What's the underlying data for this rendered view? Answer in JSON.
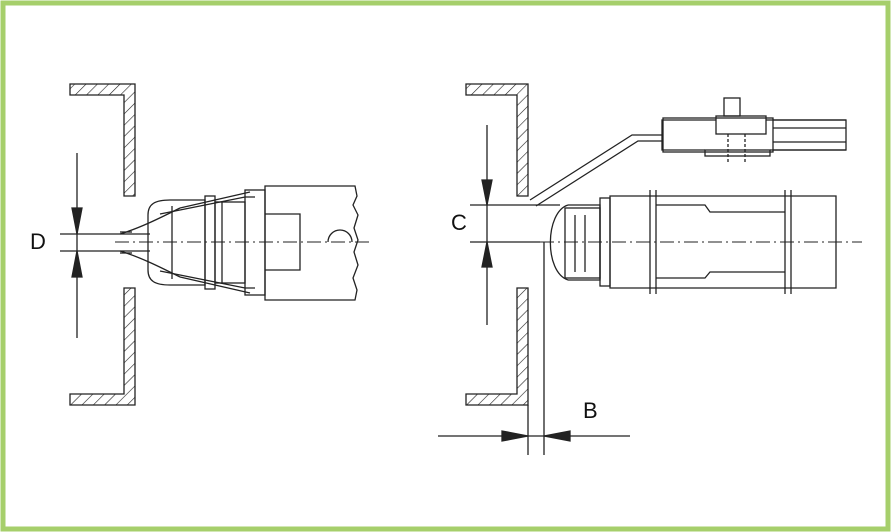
{
  "diagram": {
    "frame_color": "#a6cf6b",
    "line_color": "#222222",
    "labels": {
      "d": "D",
      "c": "C",
      "b": "B"
    }
  }
}
